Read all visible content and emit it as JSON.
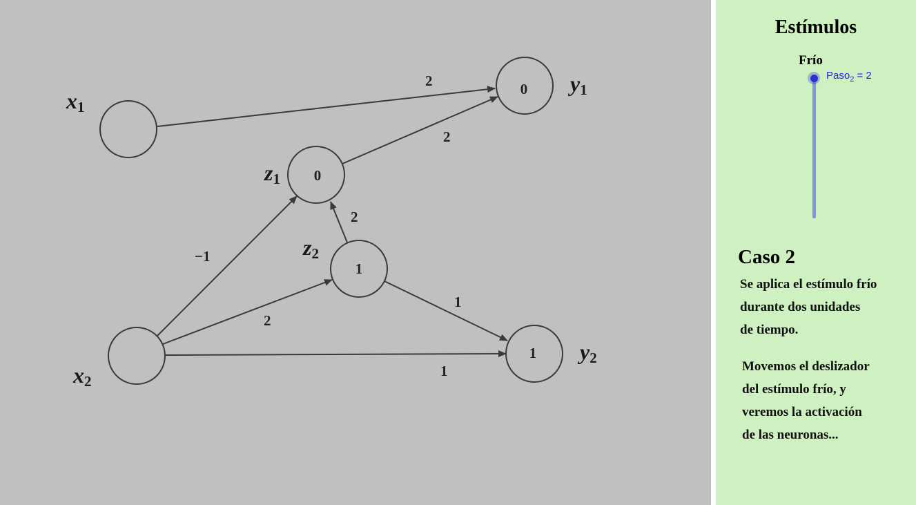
{
  "network": {
    "nodes": {
      "x1": {
        "value": ""
      },
      "x2": {
        "value": ""
      },
      "z1": {
        "value": "0"
      },
      "z2": {
        "value": "1"
      },
      "y1": {
        "value": "0"
      },
      "y2": {
        "value": "1"
      }
    },
    "labels": {
      "x1": {
        "main": "x",
        "sub": "1"
      },
      "x2": {
        "main": "x",
        "sub": "2"
      },
      "z1": {
        "main": "z",
        "sub": "1"
      },
      "z2": {
        "main": "z",
        "sub": "2"
      },
      "y1": {
        "main": "y",
        "sub": "1"
      },
      "y2": {
        "main": "y",
        "sub": "2"
      }
    },
    "edges": [
      {
        "from": "x1",
        "to": "y1",
        "weight": "2"
      },
      {
        "from": "z1",
        "to": "y1",
        "weight": "2"
      },
      {
        "from": "x2",
        "to": "z1",
        "weight": "−1"
      },
      {
        "from": "z2",
        "to": "z1",
        "weight": "2"
      },
      {
        "from": "x2",
        "to": "z2",
        "weight": "2"
      },
      {
        "from": "z2",
        "to": "y2",
        "weight": "1"
      },
      {
        "from": "x2",
        "to": "y2",
        "weight": "1"
      }
    ]
  },
  "panel": {
    "title": "Estímulos",
    "slider": {
      "label": "Frío",
      "caption_name": "Paso",
      "caption_sub": "2",
      "caption_value": " = 2",
      "value": 2,
      "colors": {
        "track": "#7f95df",
        "knob": "#2b2fd3",
        "caption": "#1f1ff0"
      }
    },
    "case_title": "Caso 2",
    "paragraph1": [
      "Se aplica el estímulo frío",
      "durante dos unidades",
      "de tiempo."
    ],
    "paragraph2": [
      "Movemos el deslizador",
      "del estímulo frío, y",
      "veremos la activación",
      "de las neuronas..."
    ]
  },
  "colors": {
    "canvas_bg": "#c0c0c0",
    "panel_bg": "#cff0c0"
  }
}
